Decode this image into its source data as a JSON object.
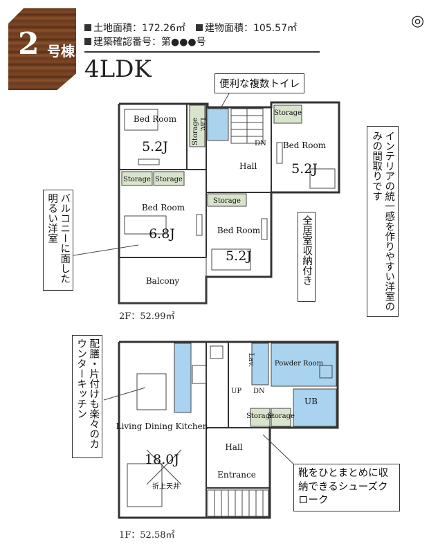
{
  "badge": {
    "number": "2",
    "unit": "号棟"
  },
  "info": {
    "land_area": "土地面積：172.26㎡",
    "building_area": "建物面積：105.57㎡",
    "cert_no": "建築確認番号：第●●●号"
  },
  "layout_type": "4LDK",
  "compass_symbol": "◎",
  "callouts": {
    "toilet": "便利な複数トイレ",
    "interior": "インテリアの統一感を作りやすい洋室のみの間取りです",
    "storage_all": "全居室収納付き",
    "balcony_room": "バルコニーに面した明るい洋室",
    "counter_kitchen": "配膳・片付けも楽々のカウンターキッチン",
    "shoes": "靴をひとまとめに収納できるシューズクローク"
  },
  "floor2": {
    "label": "2F：52.99㎡",
    "rooms": {
      "bed1": "Bed Room",
      "bed1_size": "5.2J",
      "bed2": "Bed Room",
      "bed2_size": "5.2J",
      "bed3": "Bed Room",
      "bed3_size": "6.8J",
      "bed4": "Bed Room",
      "bed4_size": "5.2J",
      "storage": "Storage",
      "storage_a": "Storage",
      "storage_b": "Storage",
      "storage_c": "Storage",
      "storage_top": "Storage",
      "lav": "Lav.",
      "hall": "Hall",
      "dn": "DN",
      "balcony": "Balcony"
    }
  },
  "floor1": {
    "label": "1F：52.58㎡",
    "rooms": {
      "ldk": "Living Dining Kitchen",
      "ldk_size": "18.0J",
      "ceiling_note": "折上天井",
      "powder": "Powder Room",
      "lav": "Lav.",
      "ub": "UB",
      "up": "UP",
      "dn": "DN",
      "storage_a": "Storage",
      "storage_b": "Storage",
      "hall": "Hall",
      "entrance": "Entrance"
    }
  }
}
